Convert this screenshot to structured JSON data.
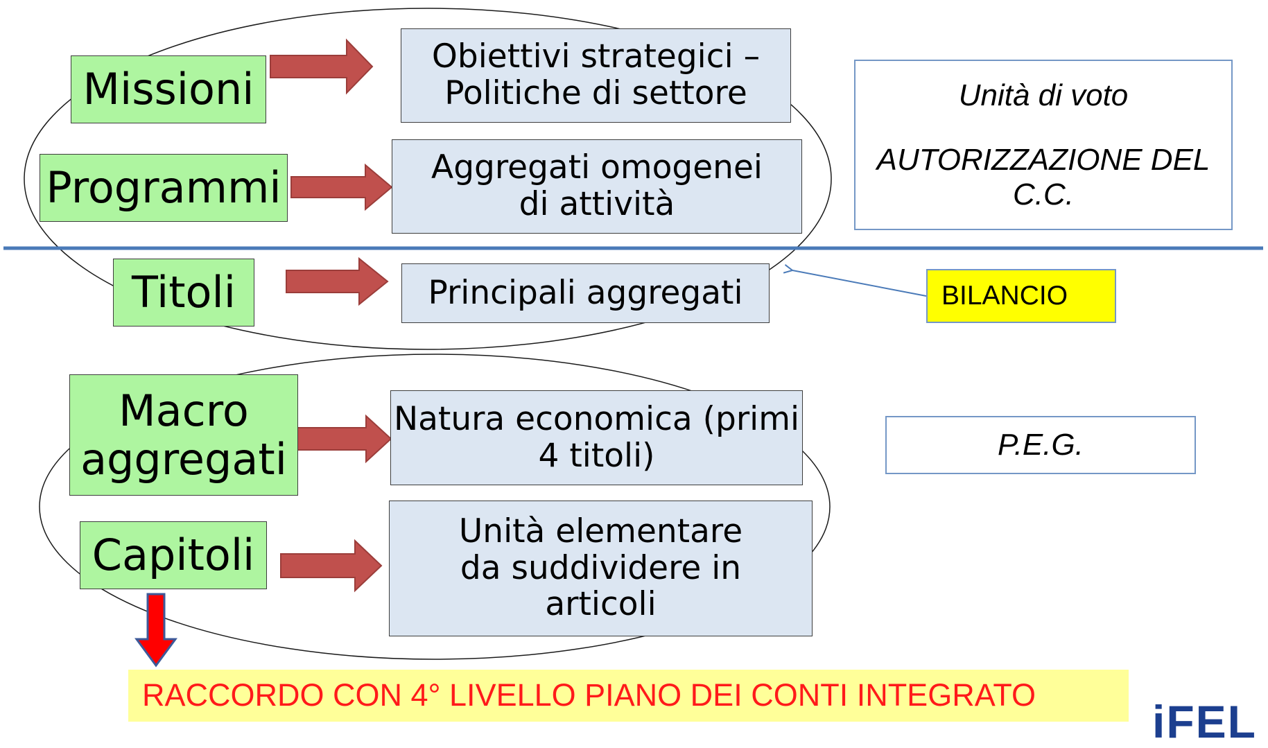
{
  "levels": {
    "missioni": "Missioni",
    "programmi": "Programmi",
    "titoli": "Titoli",
    "macro_line1": "Macro",
    "macro_line2": "aggregati",
    "capitoli": "Capitoli"
  },
  "descriptions": {
    "missioni_line1": "Obiettivi strategici –",
    "missioni_line2": "Politiche di settore",
    "programmi_line1": "Aggregati omogenei",
    "programmi_line2": "di attività",
    "titoli": "Principali aggregati",
    "macro_line1": "Natura economica (primi",
    "macro_line2": "4 titoli)",
    "capitoli_line1": "Unità elementare",
    "capitoli_line2": "da suddividere in",
    "capitoli_line3": "articoli"
  },
  "side_notes": {
    "unita_line1": "Unità di voto",
    "unita_line2": "AUTORIZZAZIONE DEL",
    "unita_line3": "C.C.",
    "bilancio": "BILANCIO",
    "peg": "P.E.G."
  },
  "banner": "RACCORDO CON 4° LIVELLO PIANO DEI CONTI INTEGRATO",
  "logo_text": "iFEL",
  "colors": {
    "level_box": "#aef5a0",
    "description_box": "#dce6f2",
    "arrow": "#c0504d",
    "divider": "#4a7ab8",
    "bilancio_tag": "#ffff00",
    "banner_bg": "#ffff99",
    "banner_text": "#ff1a1a",
    "down_arrow": "#ff0000"
  }
}
